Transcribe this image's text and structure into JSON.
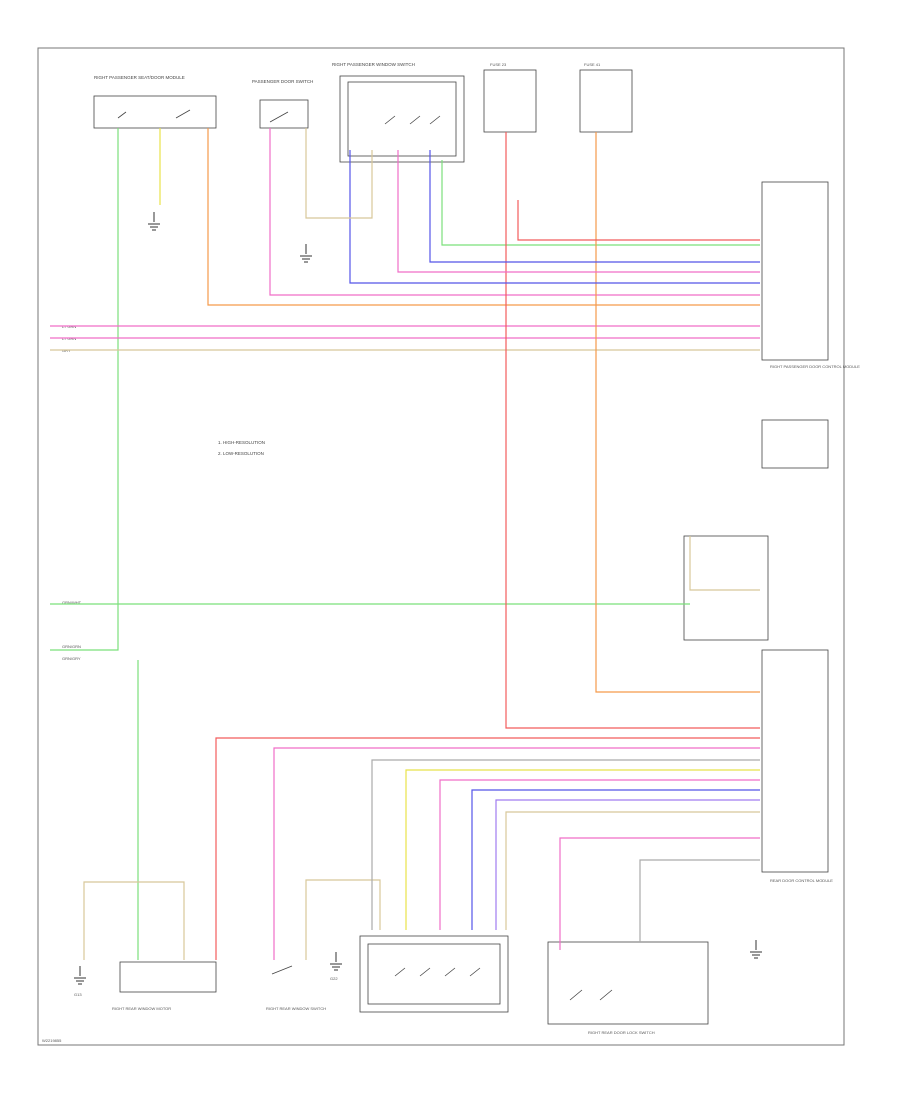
{
  "page": {
    "footer_code": "W2219855"
  },
  "components": {
    "top_left_module": "RIGHT PASSENGER SEAT/DOOR MODULE",
    "top_door_switch": "PASSENGER DOOR SWITCH",
    "top_window_switch": "RIGHT PASSENGER WINDOW SWITCH",
    "fuse_1": "FUSE 23",
    "fuse_2": "FUSE 41",
    "right_module": "RIGHT PASSENGER DOOR CONTROL MODULE",
    "right_lower_module": "REAR DOOR CONTROL MODULE",
    "rear_window_switch": "RIGHT REAR WINDOW SWITCH",
    "rear_lock_switch": "RIGHT REAR DOOR LOCK SWITCH",
    "rear_motor": "RIGHT REAR WINDOW MOTOR",
    "ground_g1": "G13",
    "ground_g2": "G22"
  },
  "legend": {
    "line1": "1. HIGH-RESOLUTION",
    "line2": "2. LOW-RESOLUTION"
  },
  "wire_colors": {
    "green": "#7be07b",
    "pink": "#f06ec8",
    "red": "#f25c5c",
    "orange": "#f59a4b",
    "blue": "#5555e8",
    "violet": "#a07cf0",
    "yellow": "#e8e24a",
    "tan": "#d8c79a",
    "gray": "#aaaaaa"
  },
  "left_labels": {
    "lab1": "LT GRN",
    "lab2": "LT GRN",
    "lab3": "GRY",
    "lab4": "GRN/WHT",
    "lab5": "GRN/GRN",
    "lab6": "GRN/GRY"
  }
}
